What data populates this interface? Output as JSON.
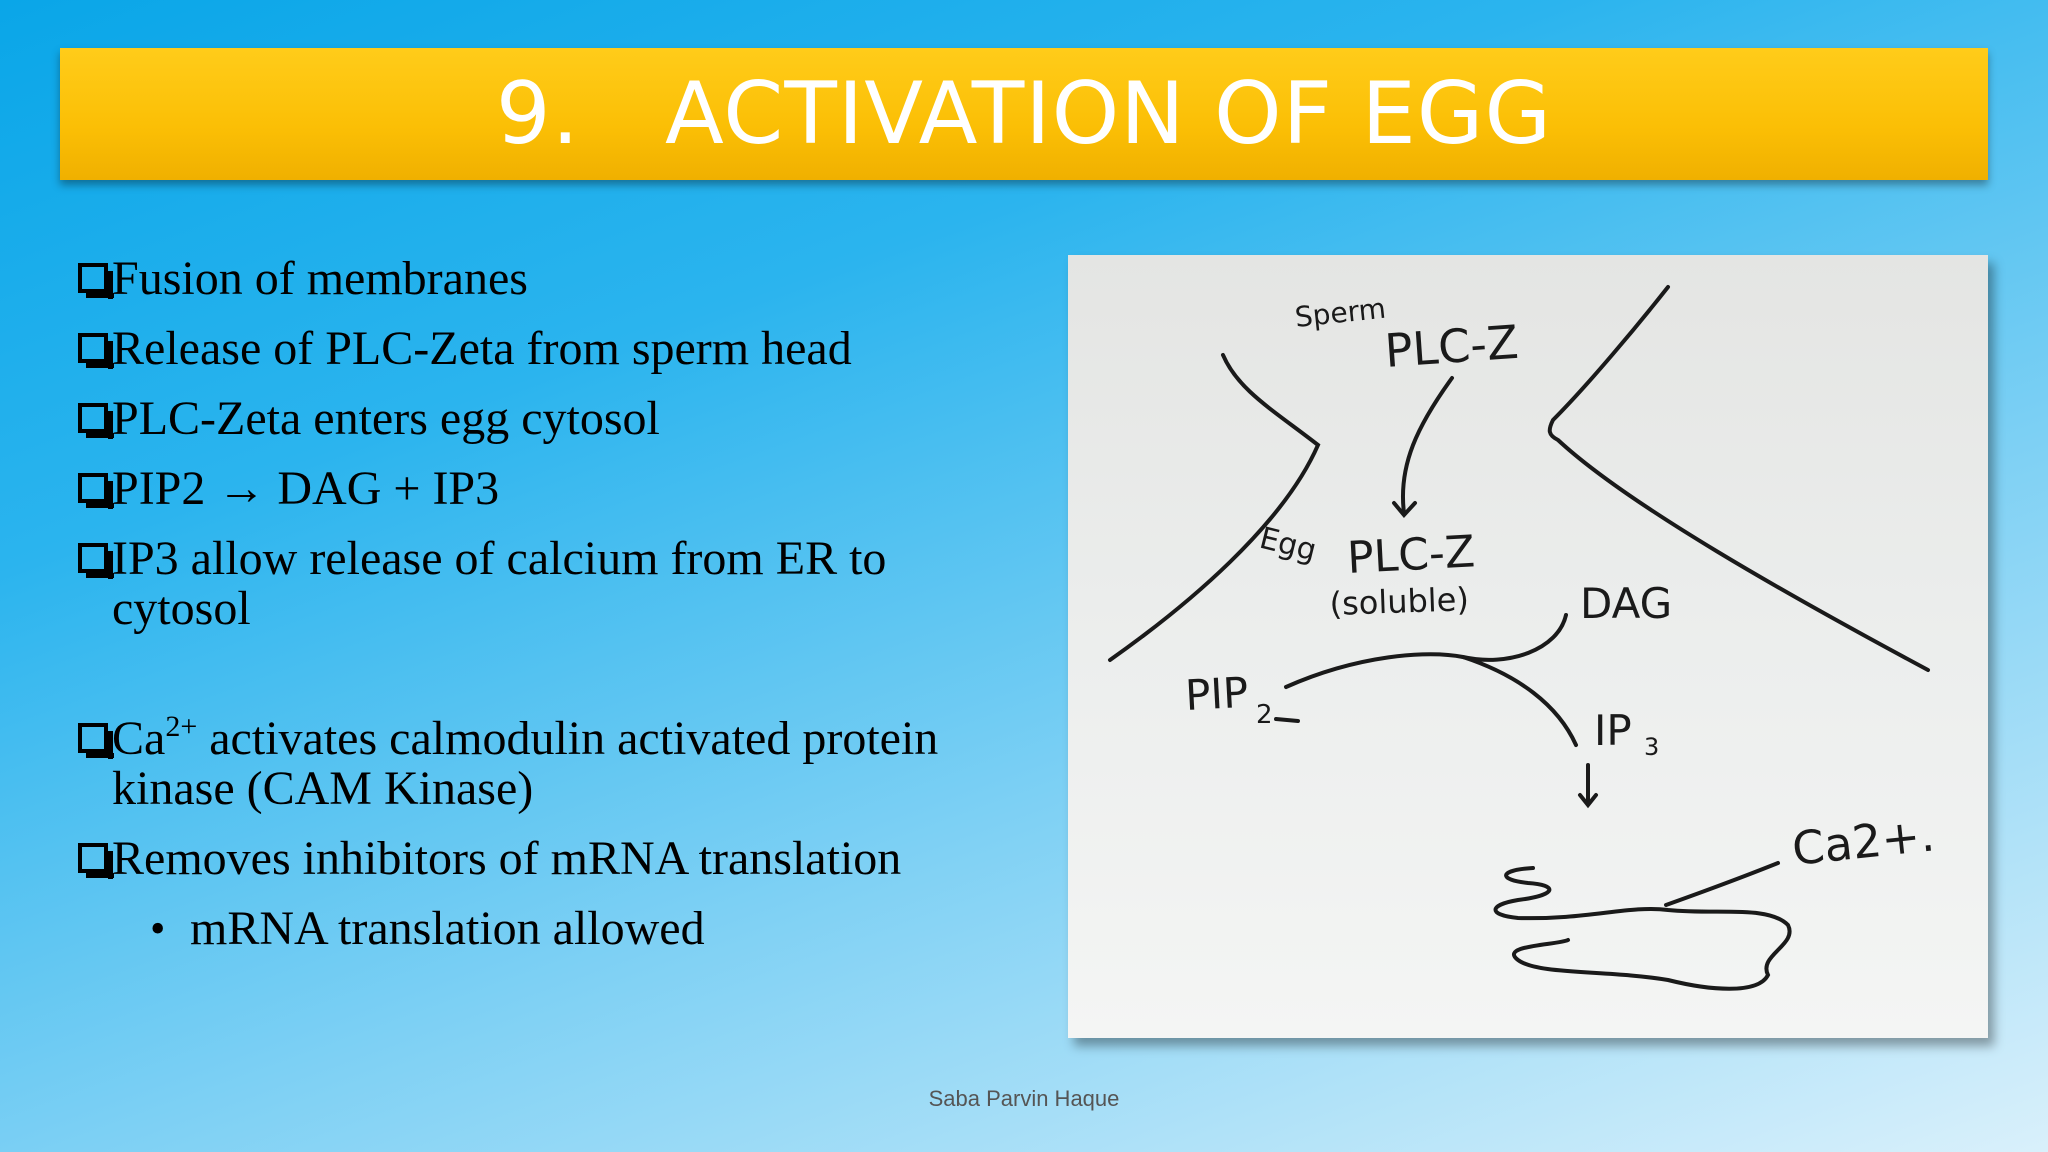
{
  "slide": {
    "title": "9.   ACTIVATION OF EGG",
    "footer": "Saba Parvin Haque"
  },
  "bullets": [
    "Fusion of membranes",
    "Release of PLC-Zeta from sperm head",
    "PLC-Zeta enters egg cytosol",
    "PIP2 → DAG + IP3",
    "IP3 allow release of calcium from ER to cytosol",
    "activates calmodulin activated protein kinase (CAM Kinase)",
    "Removes inhibitors of mRNA translation"
  ],
  "ca_label": {
    "base": "Ca",
    "sup": "2+"
  },
  "sub_bullet": "mRNA translation allowed",
  "diagram": {
    "sperm": "Sperm",
    "plc_top": "PLC-Z",
    "egg": "Egg",
    "plc_mid": "PLC-Z",
    "soluble": "(soluble)",
    "dag": "DAG",
    "pip": "PIP",
    "pip_sub": "2",
    "ip": "IP",
    "ip_sub": "3",
    "ca": "Ca2+."
  }
}
